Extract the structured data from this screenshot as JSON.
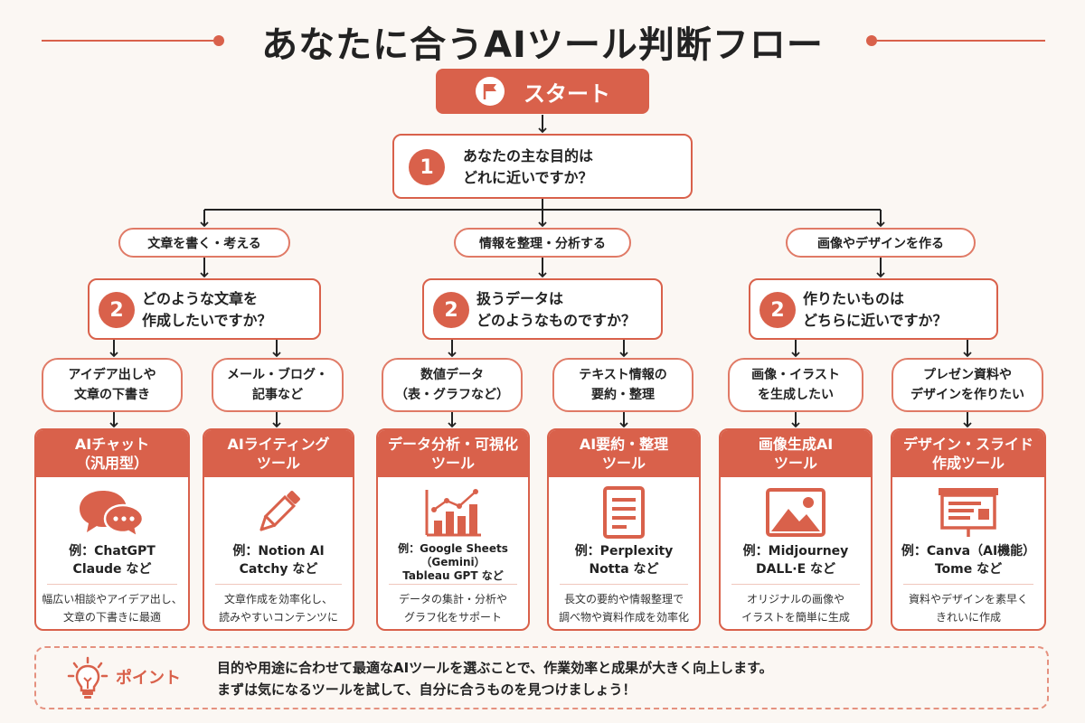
{
  "title": "あなたに合うAIツール判断フロー",
  "start": "スタート",
  "q1": {
    "num": "1",
    "line1": "あなたの主な目的は",
    "line2": "どれに近いですか？"
  },
  "categories": [
    "文章を書く・考える",
    "情報を整理・分析する",
    "画像やデザインを作る"
  ],
  "q2": [
    {
      "num": "2",
      "line1": "どのような文章を",
      "line2": "作成したいですか？"
    },
    {
      "num": "2",
      "line1": "扱うデータは",
      "line2": "どのようなものですか？"
    },
    {
      "num": "2",
      "line1": "作りたいものは",
      "line2": "どちらに近いですか？"
    }
  ],
  "options": [
    {
      "line1": "アイデア出しや",
      "line2": "文章の下書き"
    },
    {
      "line1": "メール・ブログ・",
      "line2": "記事など"
    },
    {
      "line1": "数値データ",
      "line2": "（表・グラフなど）"
    },
    {
      "line1": "テキスト情報の",
      "line2": "要約・整理"
    },
    {
      "line1": "画像・イラスト",
      "line2": "を生成したい"
    },
    {
      "line1": "プレゼン資料や",
      "line2": "デザインを作りたい"
    }
  ],
  "tools": [
    {
      "title1": "AIチャット",
      "title2": "（汎用型）",
      "icon": "chat-bubbles-icon",
      "ex1": "例：ChatGPT",
      "ex2": "Claude など",
      "ex3": "",
      "desc1": "幅広い相談やアイデア出し、",
      "desc2": "文章の下書きに最適"
    },
    {
      "title1": "AIライティング",
      "title2": "ツール",
      "icon": "pencil-icon",
      "ex1": "例：Notion AI",
      "ex2": "Catchy など",
      "ex3": "",
      "desc1": "文章作成を効率化し、",
      "desc2": "読みやすいコンテンツに"
    },
    {
      "title1": "データ分析・可視化",
      "title2": "ツール",
      "icon": "bar-chart-icon",
      "ex1": "例：Google Sheets",
      "ex2": "（Gemini）",
      "ex3": "Tableau GPT など",
      "desc1": "データの集計・分析や",
      "desc2": "グラフ化をサポート"
    },
    {
      "title1": "AI要約・整理",
      "title2": "ツール",
      "icon": "document-icon",
      "ex1": "例：Perplexity",
      "ex2": "Notta など",
      "ex3": "",
      "desc1": "長文の要約や情報整理で",
      "desc2": "調べ物や資料作成を効率化"
    },
    {
      "title1": "画像生成AI",
      "title2": "ツール",
      "icon": "image-icon",
      "ex1": "例：Midjourney",
      "ex2": "DALL·E など",
      "ex3": "",
      "desc1": "オリジナルの画像や",
      "desc2": "イラストを簡単に生成"
    },
    {
      "title1": "デザイン・スライド",
      "title2": "作成ツール",
      "icon": "presentation-icon",
      "ex1": "例：Canva（AI機能）",
      "ex2": "Tome など",
      "ex3": "",
      "desc1": "資料やデザインを素早く",
      "desc2": "きれいに作成"
    }
  ],
  "point": {
    "label": "ポイント",
    "line1": "目的や用途に合わせて最適なAIツールを選ぶことで、作業効率と成果が大きく向上します。",
    "line2": "まずは気になるツールを試して、自分に合うものを見つけましょう！"
  },
  "colors": {
    "accent": "#D9614B",
    "light_accent": "#E07A66",
    "background": "#FBF7F3"
  }
}
